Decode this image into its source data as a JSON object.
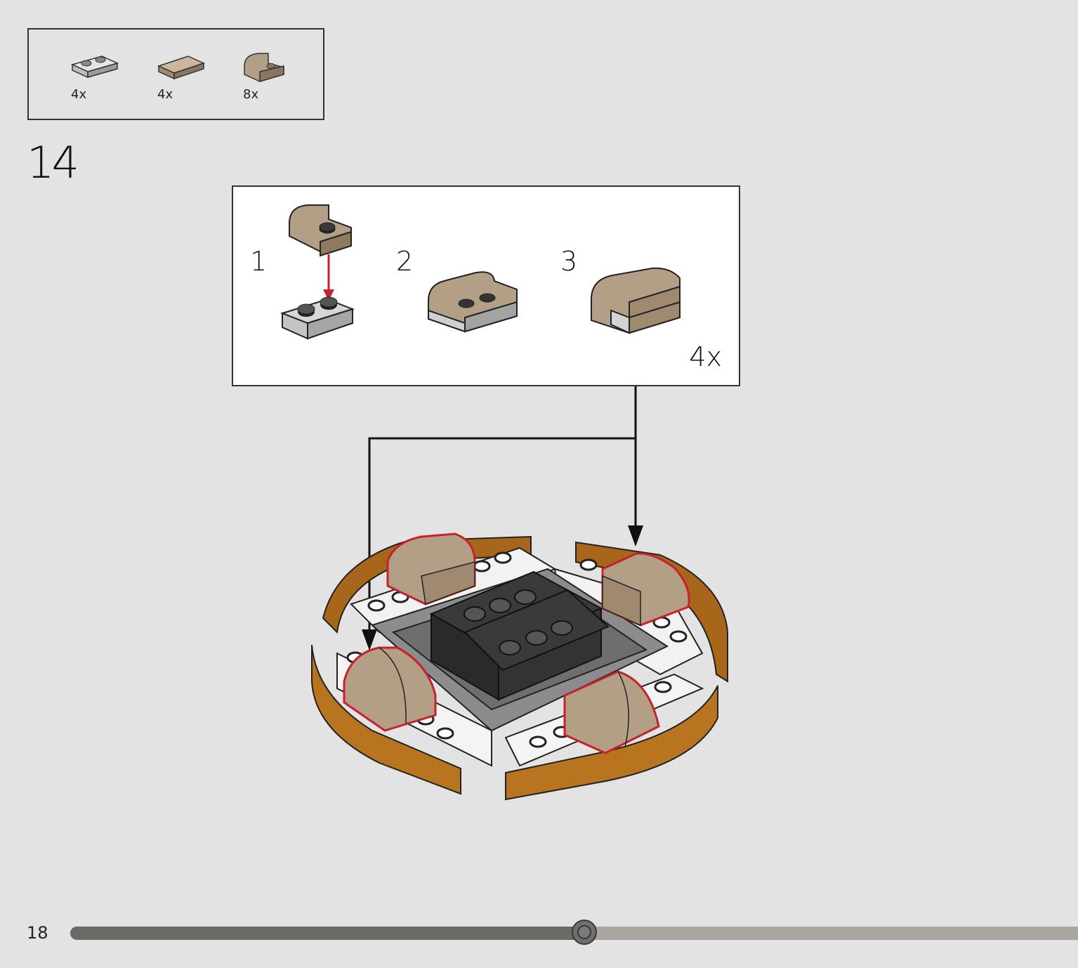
{
  "parts_list": [
    {
      "name": "grey plate 1x2",
      "quantity": "4x",
      "color": "#cfcfcf"
    },
    {
      "name": "tan tile 1x2",
      "quantity": "4x",
      "color": "#b39f86"
    },
    {
      "name": "tan curved slope",
      "quantity": "8x",
      "color": "#b39f86"
    }
  ],
  "step": {
    "number": "14"
  },
  "subassembly": {
    "steps": [
      "1",
      "2",
      "3"
    ],
    "multiplier": "4x"
  },
  "footer": {
    "page_number": "18",
    "progress": 0.51
  },
  "colors": {
    "background": "#e3e3e3",
    "tan": "#b39f86",
    "wood": "#b8741f",
    "dark_grey": "#3a3a3a",
    "highlight": "#c8202c"
  }
}
